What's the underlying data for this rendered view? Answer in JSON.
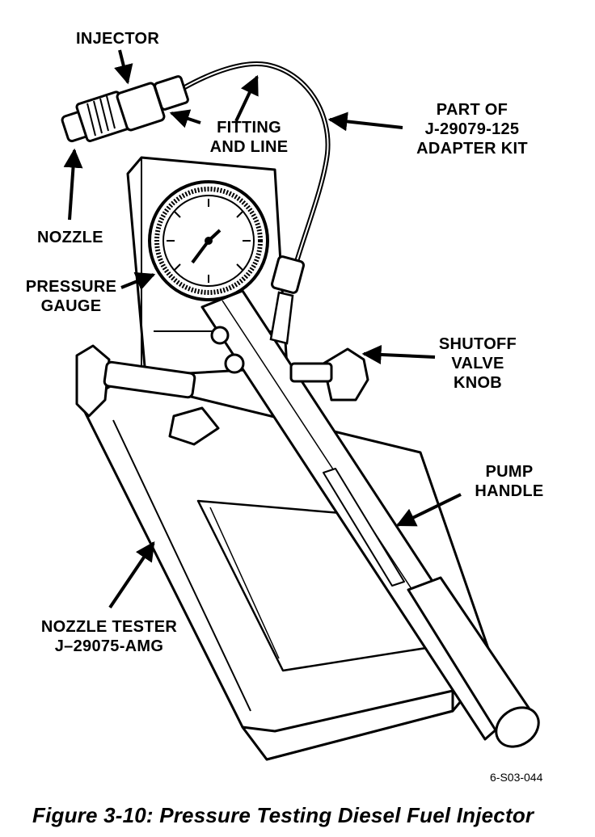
{
  "labels": {
    "injector": "INJECTOR",
    "fitting": [
      "FITTING",
      "AND LINE"
    ],
    "adapter": [
      "PART OF",
      "J-29079-125",
      "ADAPTER KIT"
    ],
    "nozzle": "NOZZLE",
    "pressure_gauge": [
      "PRESSURE",
      "GAUGE"
    ],
    "shutoff": [
      "SHUTOFF",
      "VALVE",
      "KNOB"
    ],
    "pump_handle": [
      "PUMP",
      "HANDLE"
    ],
    "nozzle_tester": [
      "NOZZLE TESTER",
      "J–29075-AMG"
    ]
  },
  "figure_code": "6-S03-044",
  "caption": "Figure 3-10:   Pressure Testing Diesel Fuel Injector"
}
